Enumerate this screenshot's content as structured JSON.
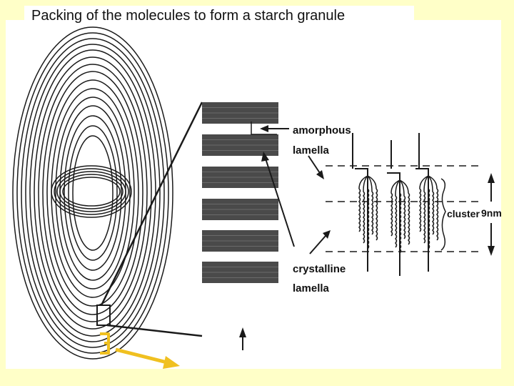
{
  "title": "Packing of the molecules to form a starch granule",
  "labels": {
    "amorphous_line1": "amorphous",
    "amorphous_line2": "lamella",
    "crystalline_line1": "crystalline",
    "crystalline_line2": "lamella",
    "cluster": "cluster",
    "dimension": "9nm"
  },
  "colors": {
    "background": "#ffffc8",
    "panel": "#ffffff",
    "ink": "#1a1a1a",
    "band_fill": "#4a4a4a",
    "annotation_accent": "#f0c020"
  }
}
